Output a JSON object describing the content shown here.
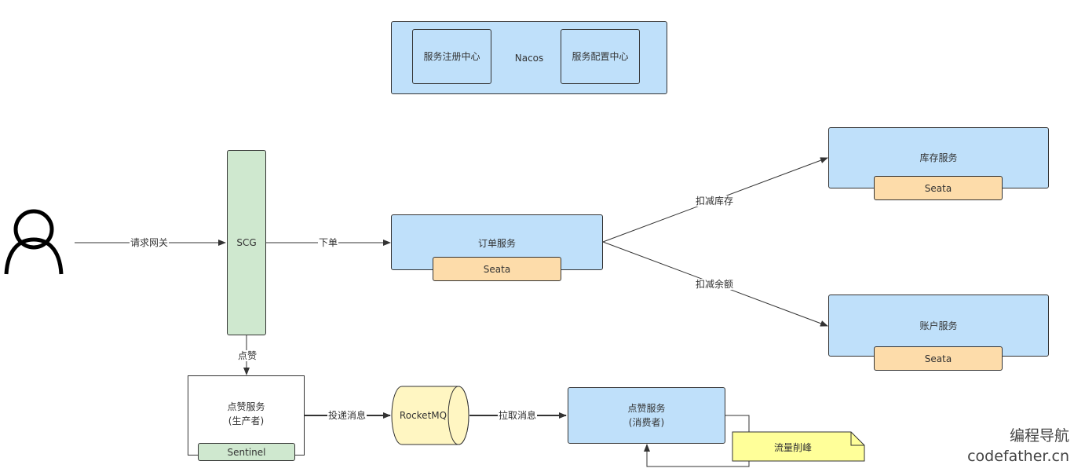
{
  "nacos": {
    "title": "Nacos",
    "registry": "服务注册中心",
    "config": "服务配置中心"
  },
  "gateway": {
    "label": "SCG"
  },
  "order": {
    "title": "订单服务",
    "seata": "Seata"
  },
  "inventory": {
    "title": "库存服务",
    "seata": "Seata"
  },
  "account": {
    "title": "账户服务",
    "seata": "Seata"
  },
  "like_producer": {
    "title": "点赞服务\n(生产者)",
    "sentinel": "Sentinel"
  },
  "mq": {
    "label": "RocketMQ"
  },
  "like_consumer": {
    "title": "点赞服务\n(消费者)"
  },
  "note": {
    "label": "流量削峰"
  },
  "edges": {
    "request_gateway": "请求网关",
    "place_order": "下单",
    "deduct_stock": "扣减库存",
    "deduct_balance": "扣减余额",
    "like": "点赞",
    "deliver_message": "投递消息",
    "pull_message": "拉取消息"
  },
  "watermark": {
    "line1": "编程导航",
    "line2": "codefather.cn"
  },
  "colors": {
    "service_blue": "#bfe0fa",
    "gateway_green": "#cfe8cf",
    "seata_orange": "#fddcaa",
    "mq_yellow": "#fff6c2",
    "note_yellow": "#ffff99"
  }
}
